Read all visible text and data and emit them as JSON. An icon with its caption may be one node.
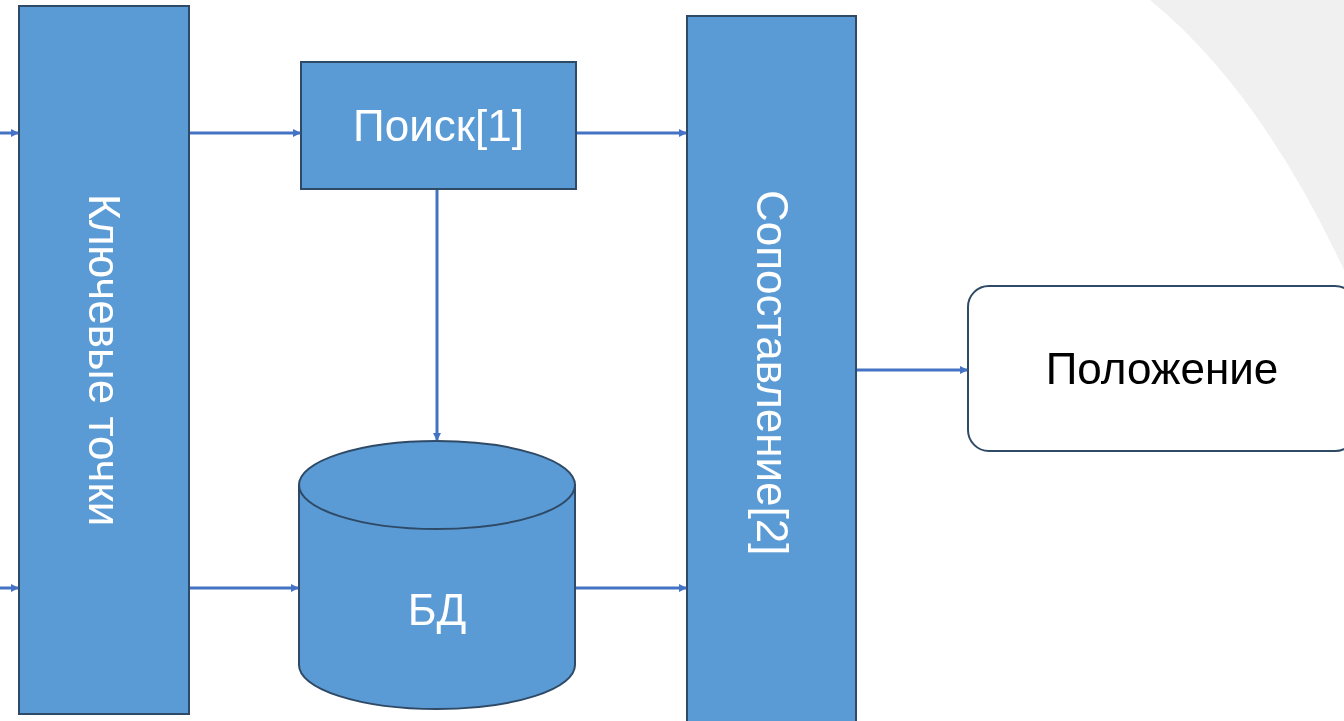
{
  "diagram": {
    "nodes": [
      {
        "text": [
          "Ключевые точки"
        ]
      },
      {
        "text": [
          "Поиск[1]"
        ]
      },
      {
        "text": [
          "БД"
        ]
      },
      {
        "text": [
          "Сопоставление[2]"
        ]
      },
      {
        "text": [
          "Положение"
        ]
      }
    ],
    "edges": [
      {
        "from": null,
        "to": 0,
        "arrow": "to"
      },
      {
        "from": null,
        "to": 0,
        "arrow": "to"
      },
      {
        "from": 0,
        "to": 1,
        "arrow": "to"
      },
      {
        "from": 0,
        "to": 2,
        "arrow": "to"
      },
      {
        "from": 1,
        "to": 2,
        "arrow": "to"
      },
      {
        "from": 1,
        "to": 3,
        "arrow": "to"
      },
      {
        "from": 2,
        "to": 3,
        "arrow": "to"
      },
      {
        "from": 3,
        "to": 4,
        "arrow": "to"
      }
    ]
  }
}
